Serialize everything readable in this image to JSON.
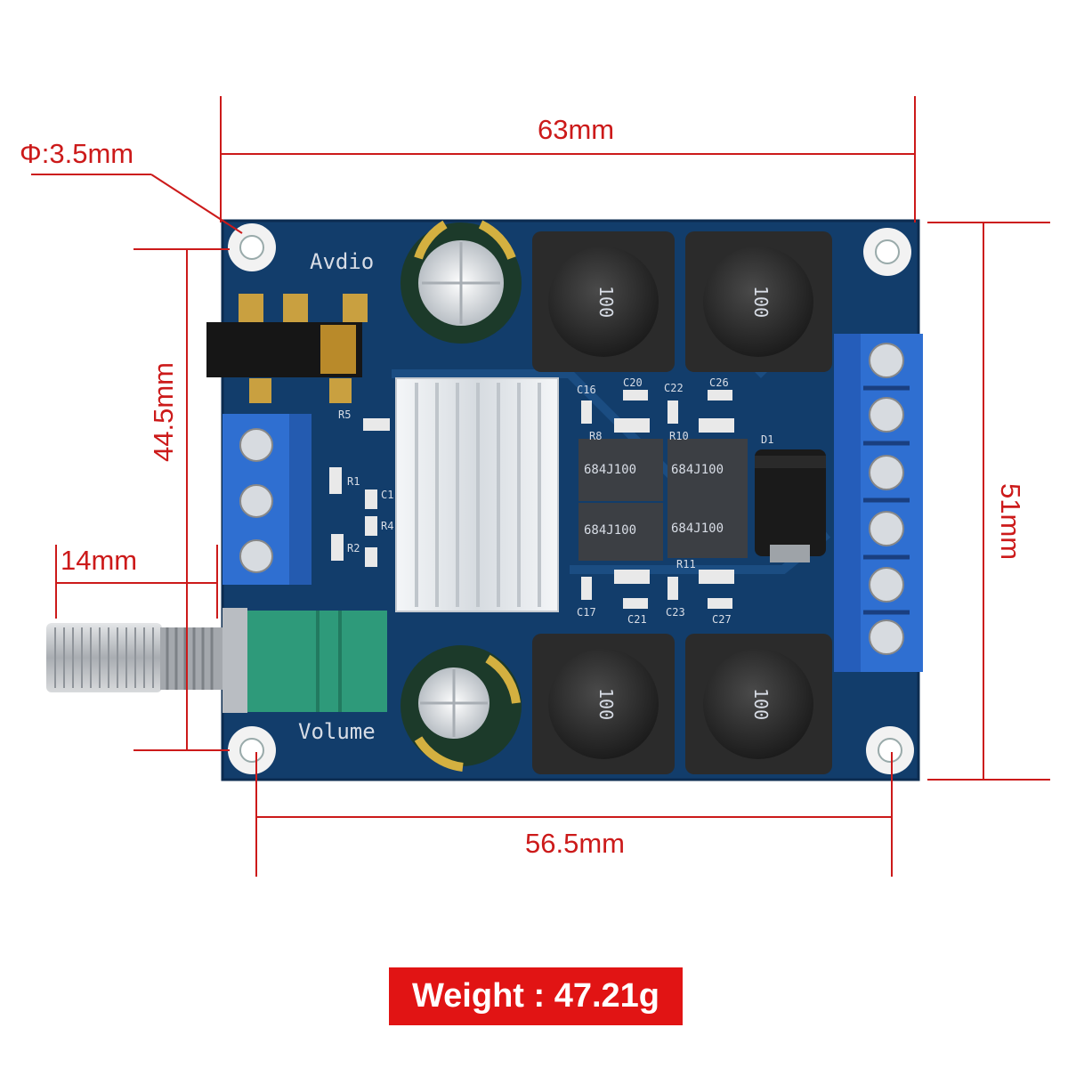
{
  "dimensions": {
    "width_top": "63mm",
    "hole_diameter": "Φ:3.5mm",
    "hole_spacing_vertical": "44.5mm",
    "height_right": "51mm",
    "knob_length": "14mm",
    "hole_spacing_horizontal": "56.5mm"
  },
  "board": {
    "label_audio": "Avdio",
    "label_volume": "Volume",
    "inductor_marking": "100",
    "cap_marking": "684J100",
    "component_labels": [
      "C16",
      "C20",
      "C22",
      "C26",
      "R8",
      "R10",
      "D1",
      "C17",
      "C21",
      "C23",
      "C27",
      "R11",
      "R1",
      "R2",
      "R4",
      "R5",
      "C1"
    ]
  },
  "weight": {
    "label": "Weight : 47.21g"
  },
  "colors": {
    "dimension_red": "#cc1a1a",
    "pcb_blue": "#123d6b",
    "terminal_blue": "#2f6fd1",
    "pot_green": "#2e9a7a",
    "weight_bg": "#e11414"
  }
}
